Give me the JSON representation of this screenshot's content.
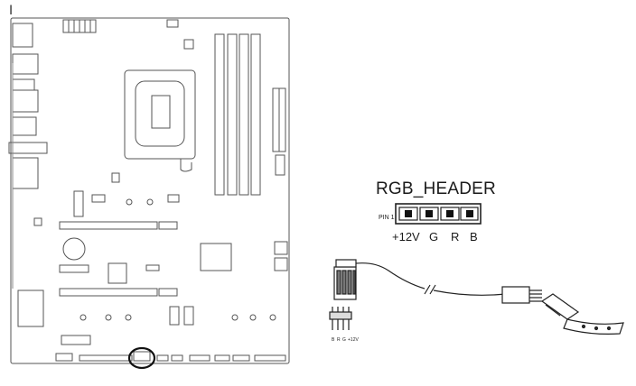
{
  "diagram": {
    "header_title": "RGB_HEADER",
    "pin1_label": "PIN 1",
    "pin_labels": [
      "+12V",
      "G",
      "R",
      "B"
    ],
    "plug_pin_labels": [
      "B",
      "R",
      "G",
      "+12V"
    ],
    "cursor_glyph": "I"
  }
}
